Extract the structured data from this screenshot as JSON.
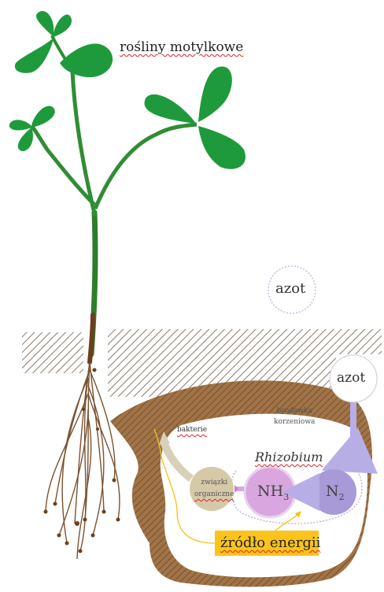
{
  "diagram": {
    "title": "rośliny motylkowe",
    "nitrogen_air": "azot",
    "nitrogen_soil": "azot",
    "nodule_line1": "brodawka",
    "nodule_line2": "korzeniowa",
    "bacteria_label": "bakterie",
    "rhizobium": "Rhizobium",
    "nh3_main": "NH",
    "nh3_sub": "3",
    "n2_main": "N",
    "n2_sub": "2",
    "compounds_line1": "związki",
    "compounds_line2": "organiczne",
    "energy_source": "źródło energii"
  },
  "colors": {
    "leaf": "#1e9a3c",
    "stem": "#2f7d2a",
    "root": "#6b3f1d",
    "soil_hatch": "#8a7a6a",
    "nodule": "#9c6a3a",
    "nh3_circle": "#d9a6e0",
    "n2_circle": "#a89ad8",
    "compounds_circle": "#d6c9a8",
    "energy_box": "#fcc31a",
    "arrow_purple": "#b8aee6",
    "arrow_yellow": "#f2c21a"
  }
}
